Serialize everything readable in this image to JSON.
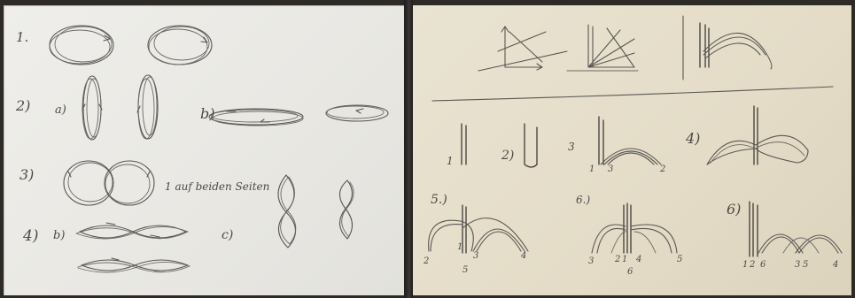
{
  "left_sheet": {
    "labels": {
      "row1": "1.",
      "row2": "2)",
      "row2a": "a)",
      "row2b": "b)",
      "row3": "3)",
      "row3_note": "1 auf beiden Seiten",
      "row4": "4)",
      "row4b": "b)",
      "row4c": "c)"
    }
  },
  "right_sheet": {
    "labels": {
      "fig1": "1",
      "fig2": "2)",
      "fig3": "3",
      "fig4": "4)",
      "fig5": "5.)",
      "fig6a": "6.)",
      "fig6b": "6)"
    },
    "numbers": {
      "f3_a": "1",
      "f3_b": "3",
      "f3_c": "2",
      "f5_a": "2",
      "f5_b": "1",
      "f5_c": "3",
      "f5_d": "4",
      "f5_e": "5",
      "f6a_a": "3",
      "f6a_b": "2",
      "f6a_c": "1",
      "f6a_d": "4",
      "f6a_e": "6",
      "f6a_f": "5",
      "f6b_a": "1",
      "f6b_b": "2",
      "f6b_c": "6",
      "f6b_d": "3",
      "f6b_e": "5",
      "f6b_f": "4"
    }
  },
  "colors": {
    "left_paper": "#ecebe6",
    "right_paper": "#e6dfcb",
    "pencil": "#5a5753",
    "background": "#2e2a27"
  }
}
